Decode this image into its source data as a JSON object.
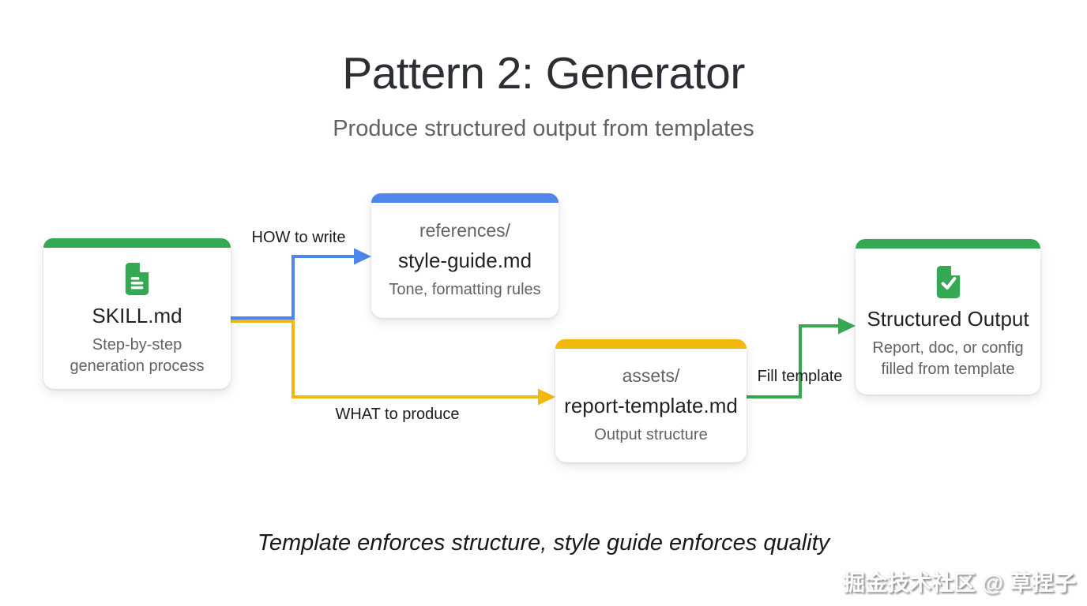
{
  "header": {
    "title": "Pattern 2: Generator",
    "subtitle": "Produce structured output from templates"
  },
  "nodes": {
    "skill": {
      "title": "SKILL.md",
      "subtitle": "Step-by-step\ngeneration process",
      "icon": "document-lines-icon",
      "accent": "green"
    },
    "style_guide": {
      "path": "references/",
      "title": "style-guide.md",
      "subtitle": "Tone, formatting rules",
      "accent": "blue"
    },
    "template": {
      "path": "assets/",
      "title": "report-template.md",
      "subtitle": "Output structure",
      "accent": "yellow"
    },
    "output": {
      "title": "Structured Output",
      "subtitle": "Report, doc, or config\nfilled from template",
      "icon": "document-check-icon",
      "accent": "green"
    }
  },
  "edges": {
    "how": {
      "label": "HOW to write",
      "color": "blue",
      "from": "skill",
      "to": "style_guide"
    },
    "what": {
      "label": "WHAT to produce",
      "color": "yellow",
      "from": "skill",
      "to": "template"
    },
    "fill": {
      "label": "Fill template",
      "color": "green",
      "from": "template",
      "to": "output"
    }
  },
  "footer": {
    "caption": "Template enforces structure, style guide enforces quality",
    "watermark": "掘金技术社区 @ 草捏子"
  },
  "colors": {
    "green": "#34A853",
    "blue": "#4E86EC",
    "yellow": "#F2B80D"
  }
}
